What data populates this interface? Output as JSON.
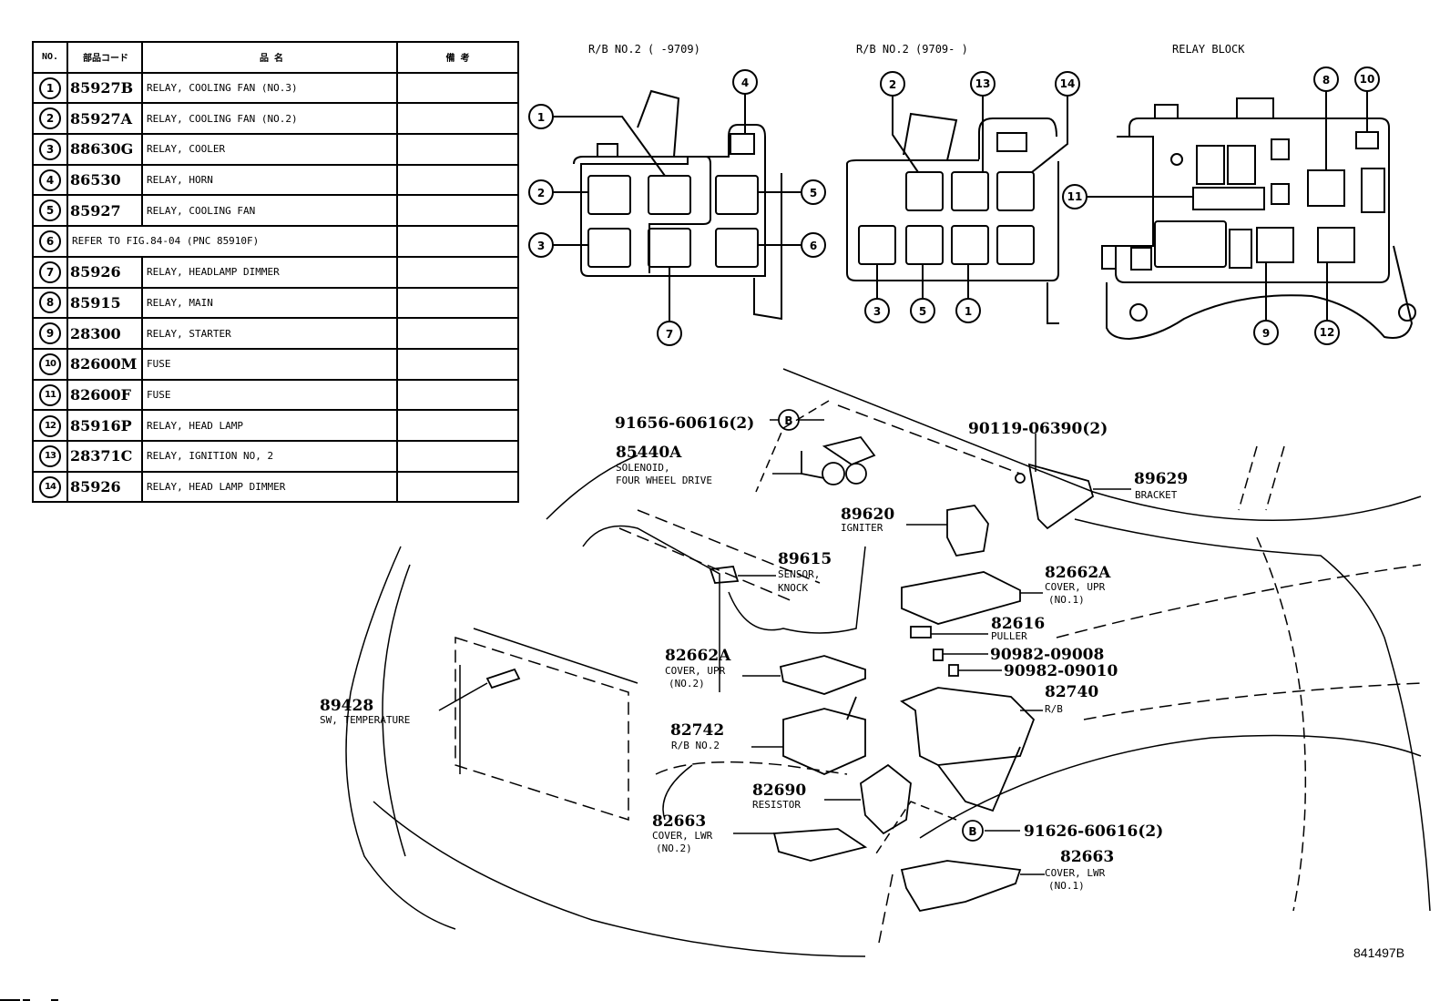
{
  "table": {
    "headers": {
      "no": "NO.",
      "code": "部品コード",
      "name": "品 名",
      "note": "備 考"
    },
    "rows": [
      {
        "no": "1",
        "code": "85927B",
        "name": "RELAY, COOLING FAN (NO.3)"
      },
      {
        "no": "2",
        "code": "85927A",
        "name": "RELAY, COOLING FAN (NO.2)"
      },
      {
        "no": "3",
        "code": "88630G",
        "name": "RELAY, COOLER"
      },
      {
        "no": "4",
        "code": "86530",
        "name": "RELAY, HORN"
      },
      {
        "no": "5",
        "code": "85927",
        "name": "RELAY, COOLING FAN"
      },
      {
        "no": "6",
        "code": "",
        "name": "REFER TO FIG.84-04  (PNC 85910F)"
      },
      {
        "no": "7",
        "code": "85926",
        "name": "RELAY, HEADLAMP DIMMER"
      },
      {
        "no": "8",
        "code": "85915",
        "name": "RELAY, MAIN"
      },
      {
        "no": "9",
        "code": "28300",
        "name": "RELAY, STARTER"
      },
      {
        "no": "10",
        "code": "82600M",
        "name": "FUSE"
      },
      {
        "no": "11",
        "code": "82600F",
        "name": "FUSE"
      },
      {
        "no": "12",
        "code": "85916P",
        "name": "RELAY, HEAD LAMP"
      },
      {
        "no": "13",
        "code": "28371C",
        "name": "RELAY, IGNITION NO, 2"
      },
      {
        "no": "14",
        "code": "85926",
        "name": "RELAY, HEAD LAMP DIMMER"
      }
    ]
  },
  "insets": {
    "rb2_old": {
      "title": "R/B NO.2 (     -9709)",
      "callouts": [
        "1",
        "2",
        "3",
        "4",
        "5",
        "6",
        "7"
      ]
    },
    "rb2_new": {
      "title": "R/B NO.2 (9709-     )",
      "callouts": [
        "2",
        "13",
        "14",
        "3",
        "5",
        "1"
      ]
    },
    "relay_block": {
      "title": "RELAY BLOCK",
      "callouts": [
        "8",
        "10",
        "11",
        "9",
        "12"
      ]
    }
  },
  "parts": {
    "p91656": {
      "pn": "91656-60616(2)",
      "ref": "B"
    },
    "p85440": {
      "pn": "85440A",
      "desc1": "SOLENOID,",
      "desc2": "FOUR WHEEL DRIVE"
    },
    "p90119": {
      "pn": "90119-06390(2)"
    },
    "p89629": {
      "pn": "89629",
      "desc1": "BRACKET"
    },
    "p89620": {
      "pn": "89620",
      "desc1": "IGNITER"
    },
    "p89615": {
      "pn": "89615",
      "desc1": "SENSOR,",
      "desc2": "KNOCK"
    },
    "p82662a1": {
      "pn": "82662A",
      "desc1": "COVER, UPR",
      "desc2": "(NO.1)"
    },
    "p82616": {
      "pn": "82616",
      "desc1": "PULLER"
    },
    "p90982a": {
      "pn": "90982-09008"
    },
    "p90982b": {
      "pn": "90982-09010"
    },
    "p82740": {
      "pn": "82740",
      "desc1": "R/B"
    },
    "p82662a2": {
      "pn": "82662A",
      "desc1": "COVER, UPR",
      "desc2": "(NO.2)"
    },
    "p89428": {
      "pn": "89428",
      "desc1": "SW, TEMPERATURE"
    },
    "p82742": {
      "pn": "82742",
      "desc1": "R/B NO.2"
    },
    "p82690": {
      "pn": "82690",
      "desc1": "RESISTOR"
    },
    "p82663b": {
      "pn": "82663",
      "desc1": "COVER, LWR",
      "desc2": "(NO.2)"
    },
    "p91626": {
      "pn": "91626-60616(2)",
      "ref": "B"
    },
    "p82663a": {
      "pn": "82663",
      "desc1": "COVER, LWR",
      "desc2": "(NO.1)"
    }
  },
  "figure_id": "841497B"
}
